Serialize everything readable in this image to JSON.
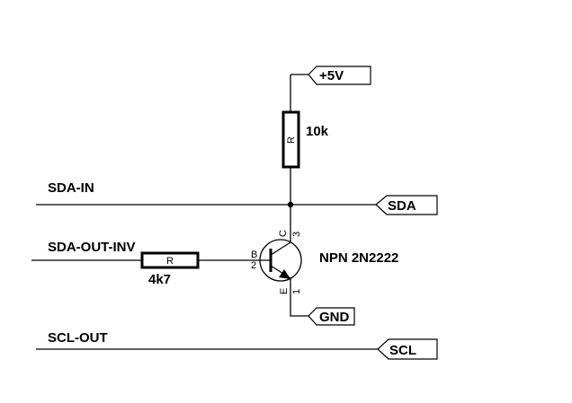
{
  "nets": {
    "sda_in": "SDA-IN",
    "sda_out_inv": "SDA-OUT-INV",
    "scl_out": "SCL-OUT"
  },
  "ports": {
    "vcc": "+5V",
    "sda": "SDA",
    "gnd": "GND",
    "scl": "SCL"
  },
  "pullup_resistor": {
    "symbol": "R",
    "value": "10k"
  },
  "base_resistor": {
    "symbol": "R",
    "value": "4k7"
  },
  "transistor": {
    "part": "NPN 2N2222",
    "pin_base_letter": "B",
    "pin_base_num": "2",
    "pin_collector_letter": "C",
    "pin_collector_num": "3",
    "pin_emitter_letter": "E",
    "pin_emitter_num": "1"
  }
}
